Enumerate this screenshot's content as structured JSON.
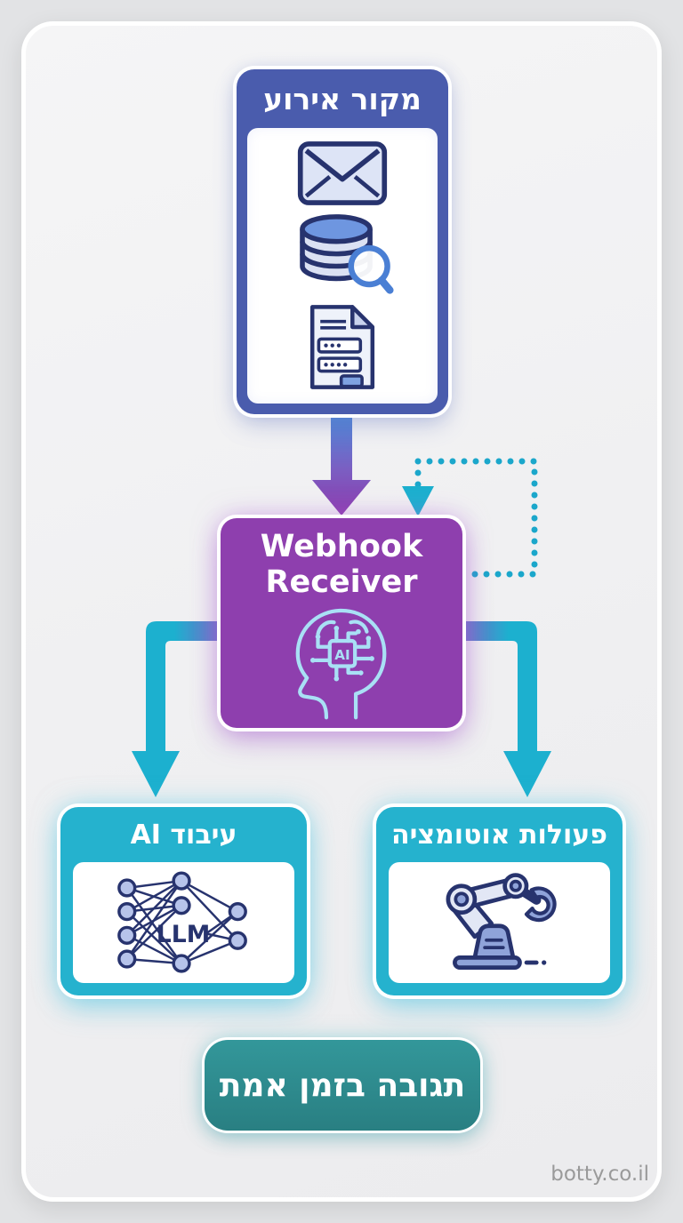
{
  "colors": {
    "page-bg": "#e2e3e5",
    "card-bg": "#f2f2f3",
    "blue": "#4a5cad",
    "purple": "#8e3fae",
    "teal": "#25b2ce",
    "teal-dark": "#2d8b8d",
    "navy": "#27336e",
    "icon-fill": "#dde4f6",
    "icon-blue": "#6e96e0",
    "arrow-teal": "#1cb0cf",
    "dotted": "#1ba7cb",
    "brain": "#a9e0f5",
    "watermark": "#9a9a9a"
  },
  "diagram": {
    "event_source": {
      "title": "מקור אירוע",
      "icons": [
        "email-icon",
        "database-search-icon",
        "form-document-icon"
      ]
    },
    "webhook": {
      "title_line1": "Webhook",
      "title_line2": "Receiver",
      "chip_label": "AI",
      "icon": "ai-brain-icon"
    },
    "ai_processing": {
      "title": "עיבוד AI",
      "icon": "llm-network-icon",
      "icon_label": "LLM"
    },
    "automation": {
      "title": "פעולות אוטומציה",
      "icon": "robot-arm-icon"
    },
    "result": {
      "title": "תגובה בזמן אמת"
    },
    "watermark": "botty.co.il"
  }
}
